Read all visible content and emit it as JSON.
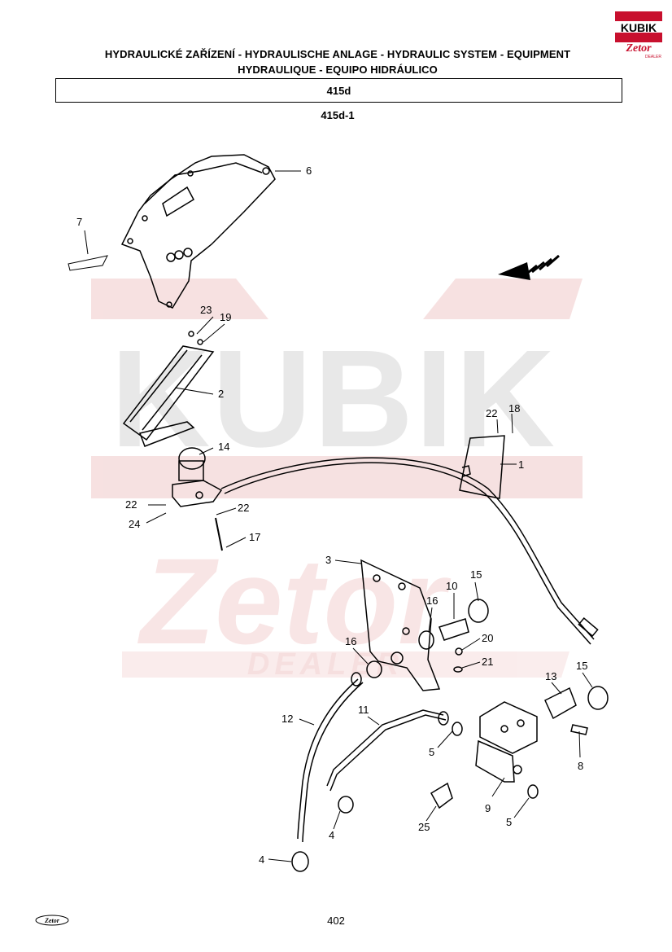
{
  "header": {
    "title_line1": "HYDRAULICKÉ ZAŘÍZENÍ - HYDRAULISCHE ANLAGE - HYDRAULIC SYSTEM - EQUIPMENT",
    "title_line2": "HYDRAULIQUE - EQUIPO HIDRÁULICO",
    "section_code": "415d",
    "sub_code": "415d-1"
  },
  "brand": {
    "kubik_logo_text": "KUBIK",
    "zetor_logo_text": "Zetor",
    "dealer_text": "DEALER",
    "footer_logo_text": "Zetor"
  },
  "watermark": {
    "text": "KUBIK",
    "brand": "Zetor",
    "dealer": "DEALER"
  },
  "callouts": {
    "c1": "1",
    "c2": "2",
    "c3": "3",
    "c4a": "4",
    "c4b": "4",
    "c5a": "5",
    "c5b": "5",
    "c6": "6",
    "c7": "7",
    "c8": "8",
    "c9": "9",
    "c10": "10",
    "c11": "11",
    "c12": "12",
    "c13": "13",
    "c14": "14",
    "c15a": "15",
    "c15b": "15",
    "c16a": "16",
    "c16b": "16",
    "c17": "17",
    "c18": "18",
    "c19": "19",
    "c20": "20",
    "c21": "21",
    "c22a": "22",
    "c22b": "22",
    "c22c": "22",
    "c23": "23",
    "c24": "24",
    "c25": "25"
  },
  "footer": {
    "page_number": "402"
  },
  "colors": {
    "watermark": "#e9c9c9",
    "logo_red": "#c8102e",
    "ink": "#000000"
  }
}
